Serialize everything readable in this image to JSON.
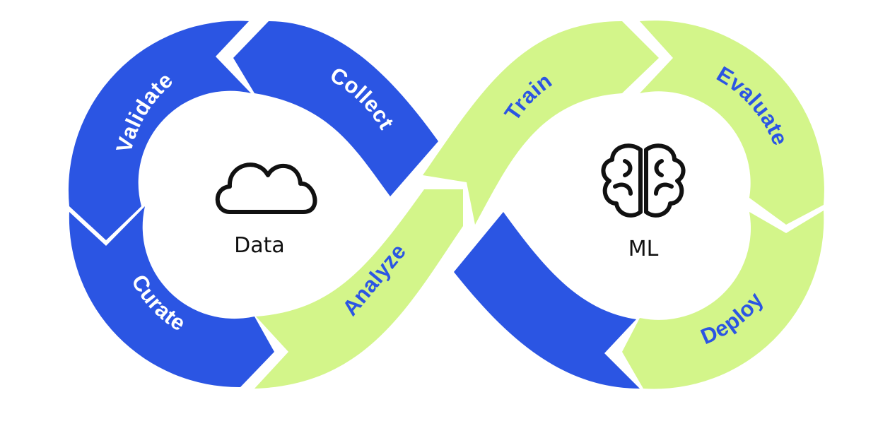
{
  "colors": {
    "data_cycle": "#2B55E3",
    "ml_cycle": "#D3F58A",
    "label_on_blue": "#FFFFFF",
    "label_on_green": "#2B55E3",
    "hub_text": "#111111",
    "background": "#FFFFFF"
  },
  "hubs": {
    "data": {
      "label": "Data",
      "icon": "cloud-icon"
    },
    "ml": {
      "label": "ML",
      "icon": "brain-icon"
    }
  },
  "stages": {
    "validate": "Validate",
    "collect": "Collect",
    "curate": "Curate",
    "analyze": "Analyze",
    "train": "Train",
    "evaluate": "Evaluate",
    "deploy": "Deploy"
  }
}
